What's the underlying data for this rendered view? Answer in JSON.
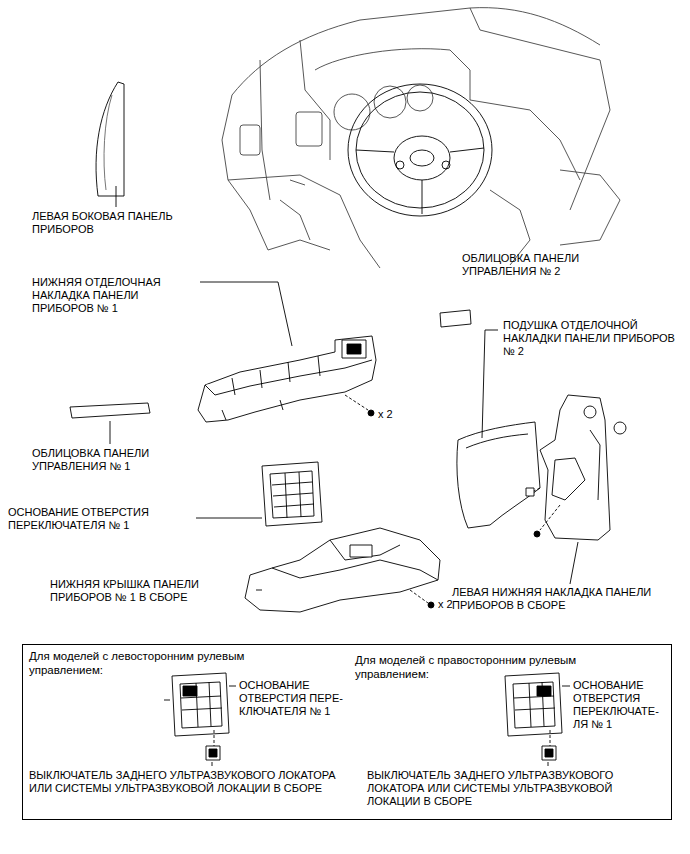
{
  "diagram": {
    "nodes": [
      {
        "text": [
          "Для моделей с левосторонним рулевым управлением:",
          "ОСНОВАНИЕ ОТВЕРСТИЯ ПЕРЕ- КЛЮЧАТЕЛЯ № 1",
          "ВЫКЛЮЧАТЕЛЬ ЗАДНЕГО УЛЬТРАЗВУКОВОГО ЛОКАТОРА ИЛИ СИСТЕМЫ УЛЬТРАЗВУКОВОЙ ЛОКАЦИИ В СБОРЕ",
          "Для моделей с правосторонним рулевым управлением:",
          "ОСНОВАНИЕ ОТВЕРСТИЯ ПЕРЕКЛЮЧАТЕ- ЛЯ № 1",
          "ВЫКЛЮЧАТЕЛЬ ЗАДНЕГО УЛЬТРАЗВУКОВОГО ЛОКАТОРА ИЛИ СИСТЕМЫ УЛЬТРАЗВУКОВОЙ ЛОКАЦИИ В СБОРЕ"
        ]
      }
    ],
    "labels": [
      "ЛЕВАЯ БОКОВАЯ ПАНЕЛЬ ПРИБОРОВ",
      "НИЖНЯЯ ОТДЕЛОЧНАЯ НАКЛАДКА ПАНЕЛИ ПРИБОРОВ № 1",
      "x 2",
      "ОБЛИЦОВКА ПАНЕЛИ УПРАВЛЕНИЯ № 1",
      "ОСНОВАНИЕ ОТВЕРСТИЯ ПЕРЕКЛЮЧАТЕЛЯ № 1",
      "НИЖНЯЯ КРЫШКА ПАНЕЛИ ПРИБОРОВ № 1 В СБОРЕ",
      "x 2",
      "ОБЛИЦОВКА ПАНЕЛИ УПРАВЛЕНИЯ № 2",
      "ПОДУШКА ОТДЕЛОЧНОЙ НАКЛАДКИ ПАНЕЛИ ПРИБОРОВ № 2",
      "ЛЕВАЯ НИЖНЯЯ НАКЛАДКА ПАНЕЛИ ПРИБОРОВ В СБОРЕ"
    ]
  }
}
